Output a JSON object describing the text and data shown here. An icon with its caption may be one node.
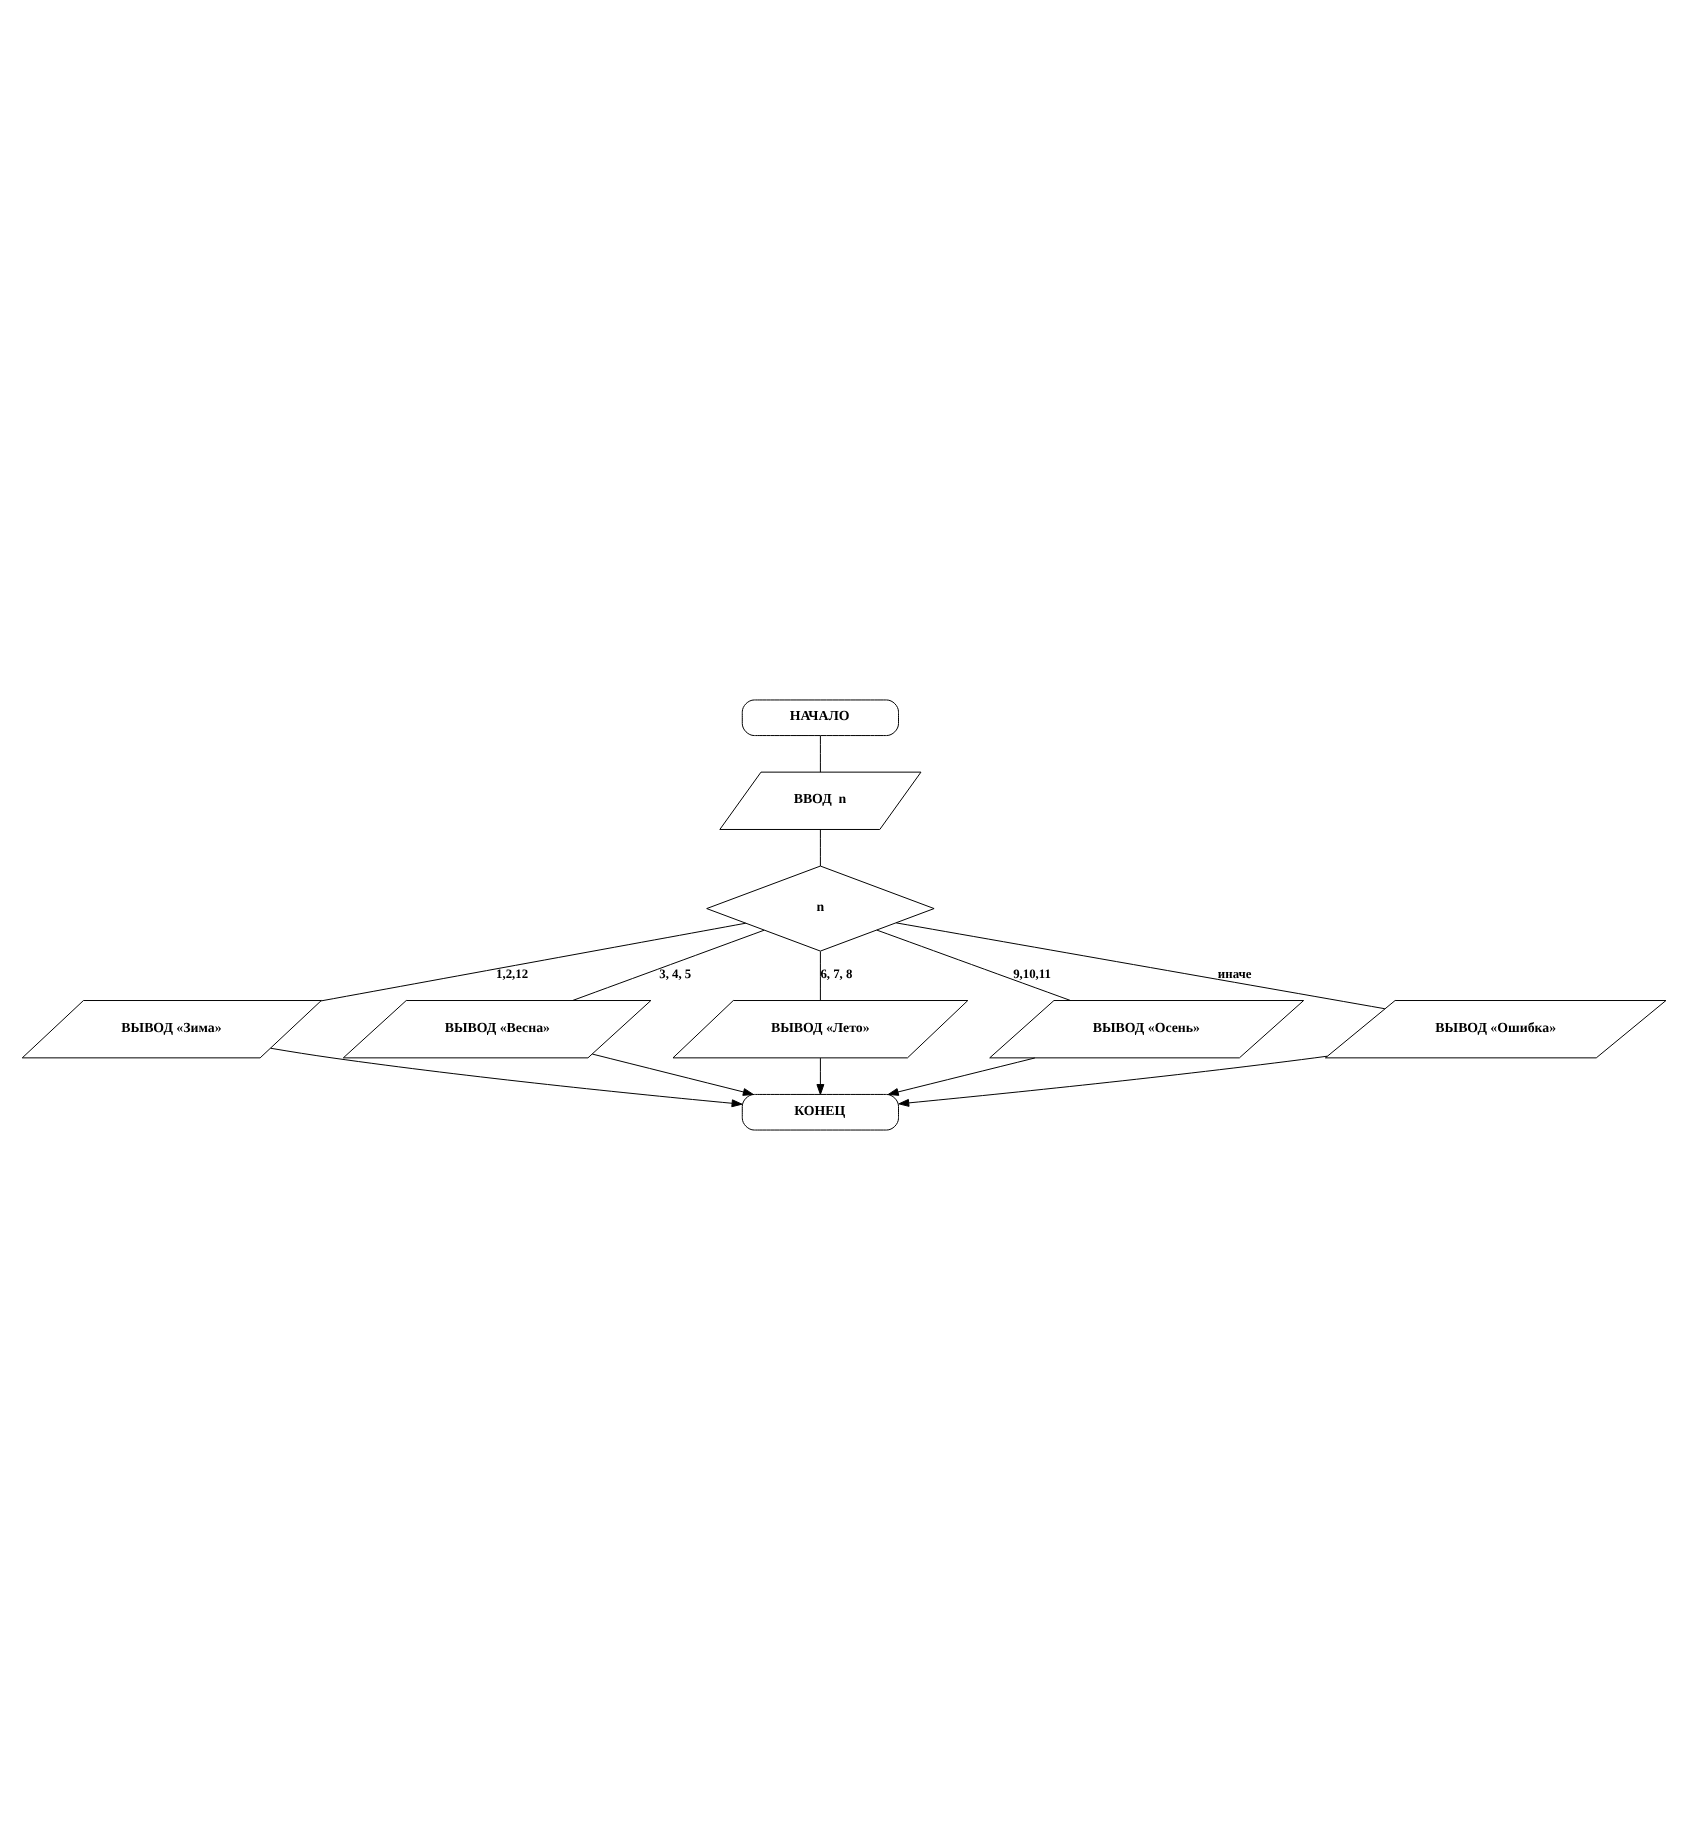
{
  "diagram": {
    "nodes": [
      {
        "text": [
          "НАЧАЛО"
        ]
      },
      {
        "text": [
          "ВВОД  n"
        ]
      },
      {
        "text": [
          "n"
        ]
      },
      {
        "text": [
          "ВЫВОД «Зима»"
        ]
      },
      {
        "text": [
          "ВЫВОД «Весна»"
        ]
      },
      {
        "text": [
          "ВЫВОД «Лето»"
        ]
      },
      {
        "text": [
          "ВЫВОД «Осень»"
        ]
      },
      {
        "text": [
          "ВЫВОД «Ошибка»"
        ]
      },
      {
        "text": [
          "КОНЕЦ"
        ]
      }
    ],
    "edges": [
      {
        "from": 0,
        "to": 1,
        "arrow": "none"
      },
      {
        "from": 1,
        "to": 2,
        "arrow": "none"
      },
      {
        "from": 2,
        "to": 3,
        "arrow": "none",
        "label": "1,2,12"
      },
      {
        "from": 2,
        "to": 4,
        "arrow": "none",
        "label": "3, 4, 5"
      },
      {
        "from": 2,
        "to": 5,
        "arrow": "none",
        "label": "6, 7, 8"
      },
      {
        "from": 2,
        "to": 6,
        "arrow": "none",
        "label": "9,10,11"
      },
      {
        "from": 2,
        "to": 7,
        "arrow": "none",
        "label": "иначе"
      },
      {
        "from": 3,
        "to": 8,
        "arrow": "to"
      },
      {
        "from": 4,
        "to": 8,
        "arrow": "to"
      },
      {
        "from": 5,
        "to": 8,
        "arrow": "to"
      },
      {
        "from": 6,
        "to": 8,
        "arrow": "to"
      },
      {
        "from": 7,
        "to": 8,
        "arrow": "to"
      }
    ]
  }
}
